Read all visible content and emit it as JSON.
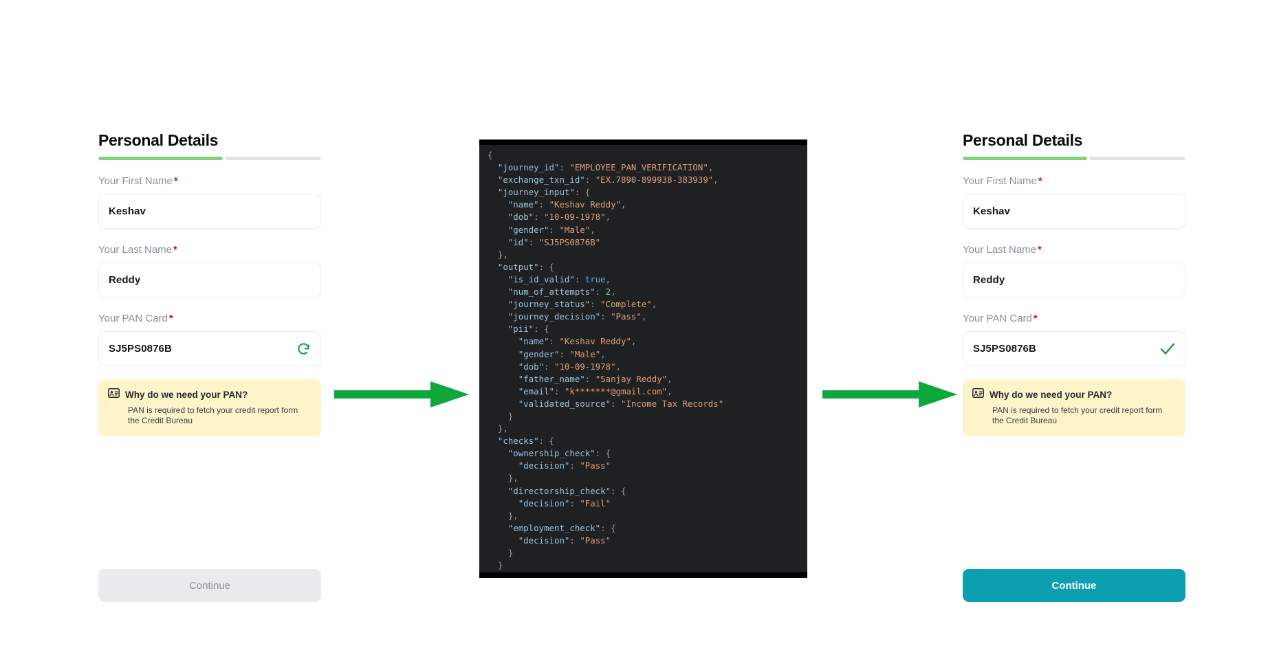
{
  "panels": {
    "before": {
      "title": "Personal Details",
      "progress_percent": 56,
      "fields": [
        {
          "label": "Your First Name",
          "required_mark": "*",
          "value": "Keshav",
          "adorn": "spinner"
        },
        {
          "label": "Your Last Name",
          "required_mark": "*",
          "value": "Reddy",
          "adorn": "none"
        },
        {
          "label": "Your PAN Card",
          "required_mark": "*",
          "value": "SJ5PS0876B",
          "adorn": "spinner"
        }
      ],
      "callout": {
        "icon": "id-card-icon",
        "title": "Why do we need your PAN?",
        "body": "PAN is required to fetch your credit report form the Credit Bureau"
      },
      "button": {
        "label": "Continue",
        "state": "disabled",
        "color": "#ebebee",
        "text_color": "#8a8f98"
      }
    },
    "after": {
      "title": "Personal Details",
      "progress_percent": 56,
      "fields": [
        {
          "label": "Your First Name",
          "required_mark": "*",
          "value": "Keshav",
          "adorn": "none"
        },
        {
          "label": "Your Last Name",
          "required_mark": "*",
          "value": "Reddy",
          "adorn": "none"
        },
        {
          "label": "Your PAN Card",
          "required_mark": "*",
          "value": "SJ5PS0876B",
          "adorn": "checkmark"
        }
      ],
      "callout": {
        "icon": "id-card-icon",
        "title": "Why do we need your PAN?",
        "body": "PAN is required to fetch your credit report form the Credit Bureau"
      },
      "button": {
        "label": "Continue",
        "state": "enabled",
        "color": "#0c9fb0",
        "text_color": "#ffffff"
      }
    }
  },
  "arrows": {
    "count": 2,
    "color": "#0ea83a",
    "direction": "right",
    "labels": [
      "arrow-before-to-payload",
      "arrow-payload-to-after"
    ]
  },
  "code_block": {
    "language": "json",
    "background": "#1f2022",
    "frame_color": "#000000",
    "payload": {
      "journey_id": "EMPLOYEE_PAN_VERIFICATION",
      "exchange_txn_id": "EX.7890-899938-383939",
      "journey_input": {
        "name": "Keshav Reddy",
        "dob": "10-09-1978",
        "gender": "Male",
        "id": "SJ5PS0876B"
      },
      "output": {
        "is_id_valid": true,
        "num_of_attempts": 2,
        "journey_status": "Complete",
        "journey_decision": "Pass",
        "pii": {
          "name": "Keshav Reddy",
          "gender": "Male",
          "dob": "10-09-1978",
          "father_name": "Sanjay Reddy",
          "email": "k*******@gmail.com",
          "validated_source": "Income Tax Records"
        }
      },
      "checks": {
        "ownership_check": {
          "decision": "Pass"
        },
        "directorship_check": {
          "decision": "Fail"
        },
        "employment_check": {
          "decision": "Pass"
        }
      }
    }
  },
  "colors": {
    "accent_teal": "#0c9fb0",
    "arrow_green": "#0ea83a",
    "spinner_green": "#0aa53a",
    "check_green": "#159a2e",
    "progress_green": "#7ed47e",
    "progress_rest": "#dfe2e8",
    "callout_bg": "#fdf4ca",
    "required_red": "#d01414",
    "label_gray": "#8a8f98"
  }
}
